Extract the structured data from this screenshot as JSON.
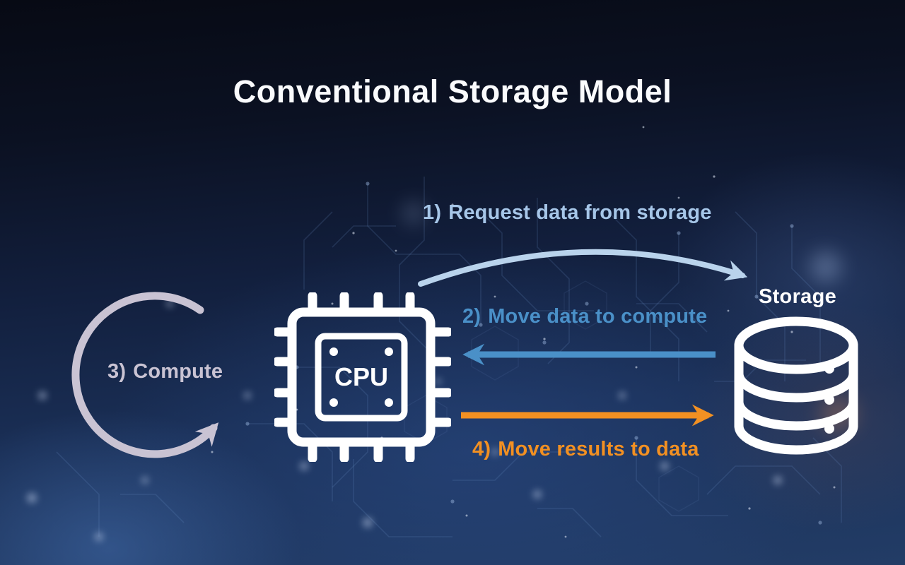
{
  "title": "Conventional Storage Model",
  "colors": {
    "title_text": "#fafbfd",
    "icon_stroke": "#ffffff",
    "step1": "#a6c6e8",
    "step1_arrow": "#b9d3ec",
    "step2": "#4a90c8",
    "step3": "#c9c3d3",
    "step4": "#f29022",
    "background_top": "#070a14",
    "background_bottom": "#223c66"
  },
  "diagram": {
    "cpu": {
      "label": "CPU"
    },
    "storage": {
      "label": "Storage"
    },
    "steps": [
      {
        "number": "1)",
        "text": "Request data from storage",
        "arrow": "curved arrow from CPU to Storage"
      },
      {
        "number": "2)",
        "text": "Move data to compute",
        "arrow": "straight arrow from Storage to CPU"
      },
      {
        "number": "3)",
        "text": "Compute",
        "arrow": "circular cycle arrow beside CPU"
      },
      {
        "number": "4)",
        "text": "Move results to data",
        "arrow": "straight arrow from CPU to Storage"
      }
    ]
  }
}
